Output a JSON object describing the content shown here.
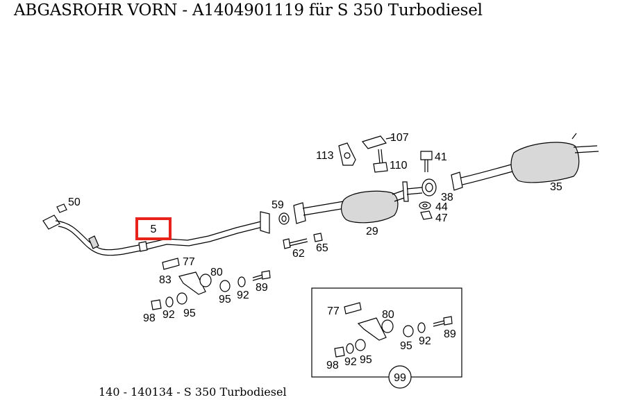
{
  "page": {
    "title": "ABGASROHR VORN - A1404901119 für S 350 Turbodiesel",
    "caption": "140 - 140134 - S 350 Turbodiesel"
  },
  "highlight": {
    "label": "5",
    "color": "#e8231b"
  },
  "labels": {
    "p50": "50",
    "p59": "59",
    "p62": "62",
    "p65": "65",
    "p29": "29",
    "p113": "113",
    "p107": "107",
    "p110": "110",
    "p41": "41",
    "p38": "38",
    "p44": "44",
    "p47": "47",
    "p35": "35",
    "p77": "77",
    "p80": "80",
    "p83": "83",
    "p95a": "95",
    "p92a": "92",
    "p89": "89",
    "p98": "98",
    "p92b": "92",
    "p95b": "95",
    "i77": "77",
    "i80": "80",
    "i95a": "95",
    "i92a": "92",
    "i89": "89",
    "i98": "98",
    "i92b": "92",
    "i95b": "95",
    "i99": "99"
  }
}
